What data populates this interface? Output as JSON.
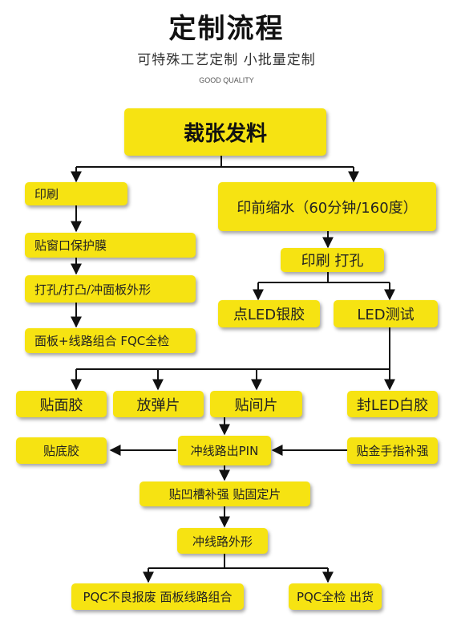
{
  "header": {
    "title": "定制流程",
    "subtitle": "可特殊工艺定制 小批量定制",
    "tagline": "GOOD QUALITY"
  },
  "colors": {
    "box_fill": "#f6e312",
    "arrow": "#111111",
    "text": "#222222"
  },
  "steps": {
    "cut_material": "裁张发料",
    "print_left": "印刷",
    "pre_print_shrink": "印前缩水（60分钟/160度）",
    "window_film": "贴窗口保护膜",
    "print_drill": "印刷 打孔",
    "punch_shape": "打孔/打凸/冲面板外形",
    "led_silver": "点LED银胶",
    "led_test": "LED测试",
    "panel_assembly": "面板+线路组合 FQC全检",
    "face_adhesive": "贴面胶",
    "spring_sheet": "放弹片",
    "spacer": "贴间片",
    "seal_led": "封LED白胶",
    "bottom_adhesive": "贴底胶",
    "punch_pin": "冲线路出PIN",
    "gold_finger": "贴金手指补强",
    "groove_reinforce": "贴凹槽补强 贴固定片",
    "punch_outline": "冲线路外形",
    "reject_assembly": "PQC不良报废 面板线路组合",
    "final_check": "PQC全检 出货"
  }
}
